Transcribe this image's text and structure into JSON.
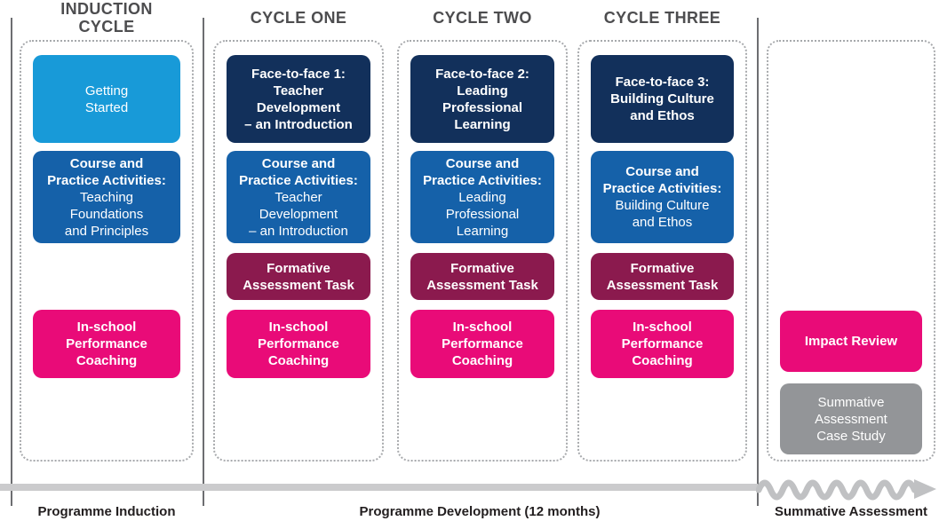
{
  "palette": {
    "light_blue": "#189AD8",
    "navy": "#12305B",
    "medium_blue": "#1561A9",
    "maroon": "#8B1A4E",
    "pink": "#E90B78",
    "gray": "#939598",
    "header_text": "#4D4D4F",
    "footer_text": "#221E1F",
    "dotted_border": "#A7A9AC",
    "divider_line": "#6D6E71",
    "timeline_bar": "#CBCBCD",
    "wave_arrow": "#C0C1C3"
  },
  "columns": [
    {
      "header": "INDUCTION\nCYCLE",
      "boxes": {
        "session": {
          "label": "Getting\nStarted"
        },
        "course": {
          "heading": "Course and\nPractice Activities:",
          "topic": "Teaching\nFoundations\nand Principles"
        },
        "coaching": {
          "label": "In-school\nPerformance\nCoaching"
        }
      }
    },
    {
      "header": "CYCLE ONE",
      "boxes": {
        "session": {
          "label": "Face-to-face 1:\nTeacher\nDevelopment\n– an Introduction"
        },
        "course": {
          "heading": "Course and\nPractice Activities:",
          "topic": "Teacher\nDevelopment\n– an Introduction"
        },
        "formative": {
          "label": "Formative\nAssessment Task"
        },
        "coaching": {
          "label": "In-school\nPerformance\nCoaching"
        }
      }
    },
    {
      "header": "CYCLE TWO",
      "boxes": {
        "session": {
          "label": "Face-to-face 2:\nLeading\nProfessional\nLearning"
        },
        "course": {
          "heading": "Course and\nPractice Activities:",
          "topic": "Leading\nProfessional\nLearning"
        },
        "formative": {
          "label": "Formative\nAssessment Task"
        },
        "coaching": {
          "label": "In-school\nPerformance\nCoaching"
        }
      }
    },
    {
      "header": "CYCLE THREE",
      "boxes": {
        "session": {
          "label": "Face-to-face 3:\nBuilding Culture\nand Ethos"
        },
        "course": {
          "heading": "Course and\nPractice Activities:",
          "topic": "Building Culture\nand Ethos"
        },
        "formative": {
          "label": "Formative\nAssessment Task"
        },
        "coaching": {
          "label": "In-school\nPerformance\nCoaching"
        }
      }
    },
    {
      "header": "",
      "boxes": {
        "impact": {
          "label": "Impact Review"
        },
        "summative": {
          "label": "Summative\nAssessment\nCase Study"
        }
      }
    }
  ],
  "footer": {
    "induction_label": "Programme Induction",
    "development_label": "Programme Development (12 months)",
    "summative_label": "Summative Assessment"
  }
}
